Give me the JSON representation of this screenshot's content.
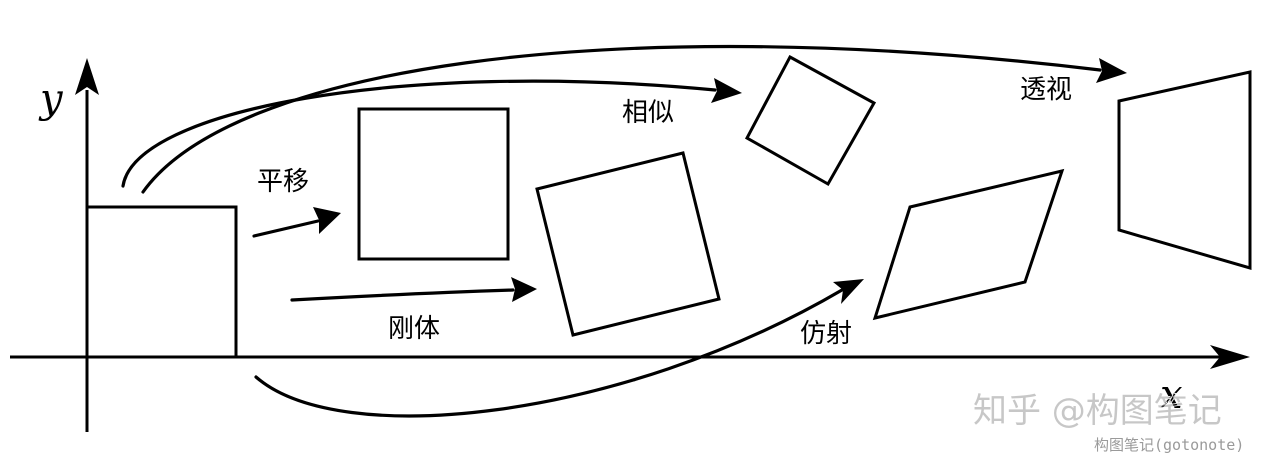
{
  "axes": {
    "x_label": "x",
    "y_label": "y"
  },
  "transforms": {
    "translation": "平移",
    "rigid": "刚体",
    "similarity": "相似",
    "affine": "仿射",
    "perspective": "透视"
  },
  "watermark": {
    "main": "知乎 @构图笔记",
    "sub": "构图笔记(gotonote)"
  }
}
